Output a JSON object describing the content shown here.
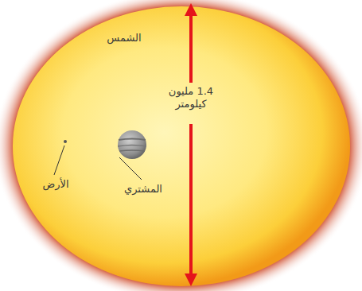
{
  "diagram": {
    "labels": [
      "الشمس",
      "1.4 مليون كيلومتر",
      "الأرض",
      "المشتري"
    ]
  }
}
